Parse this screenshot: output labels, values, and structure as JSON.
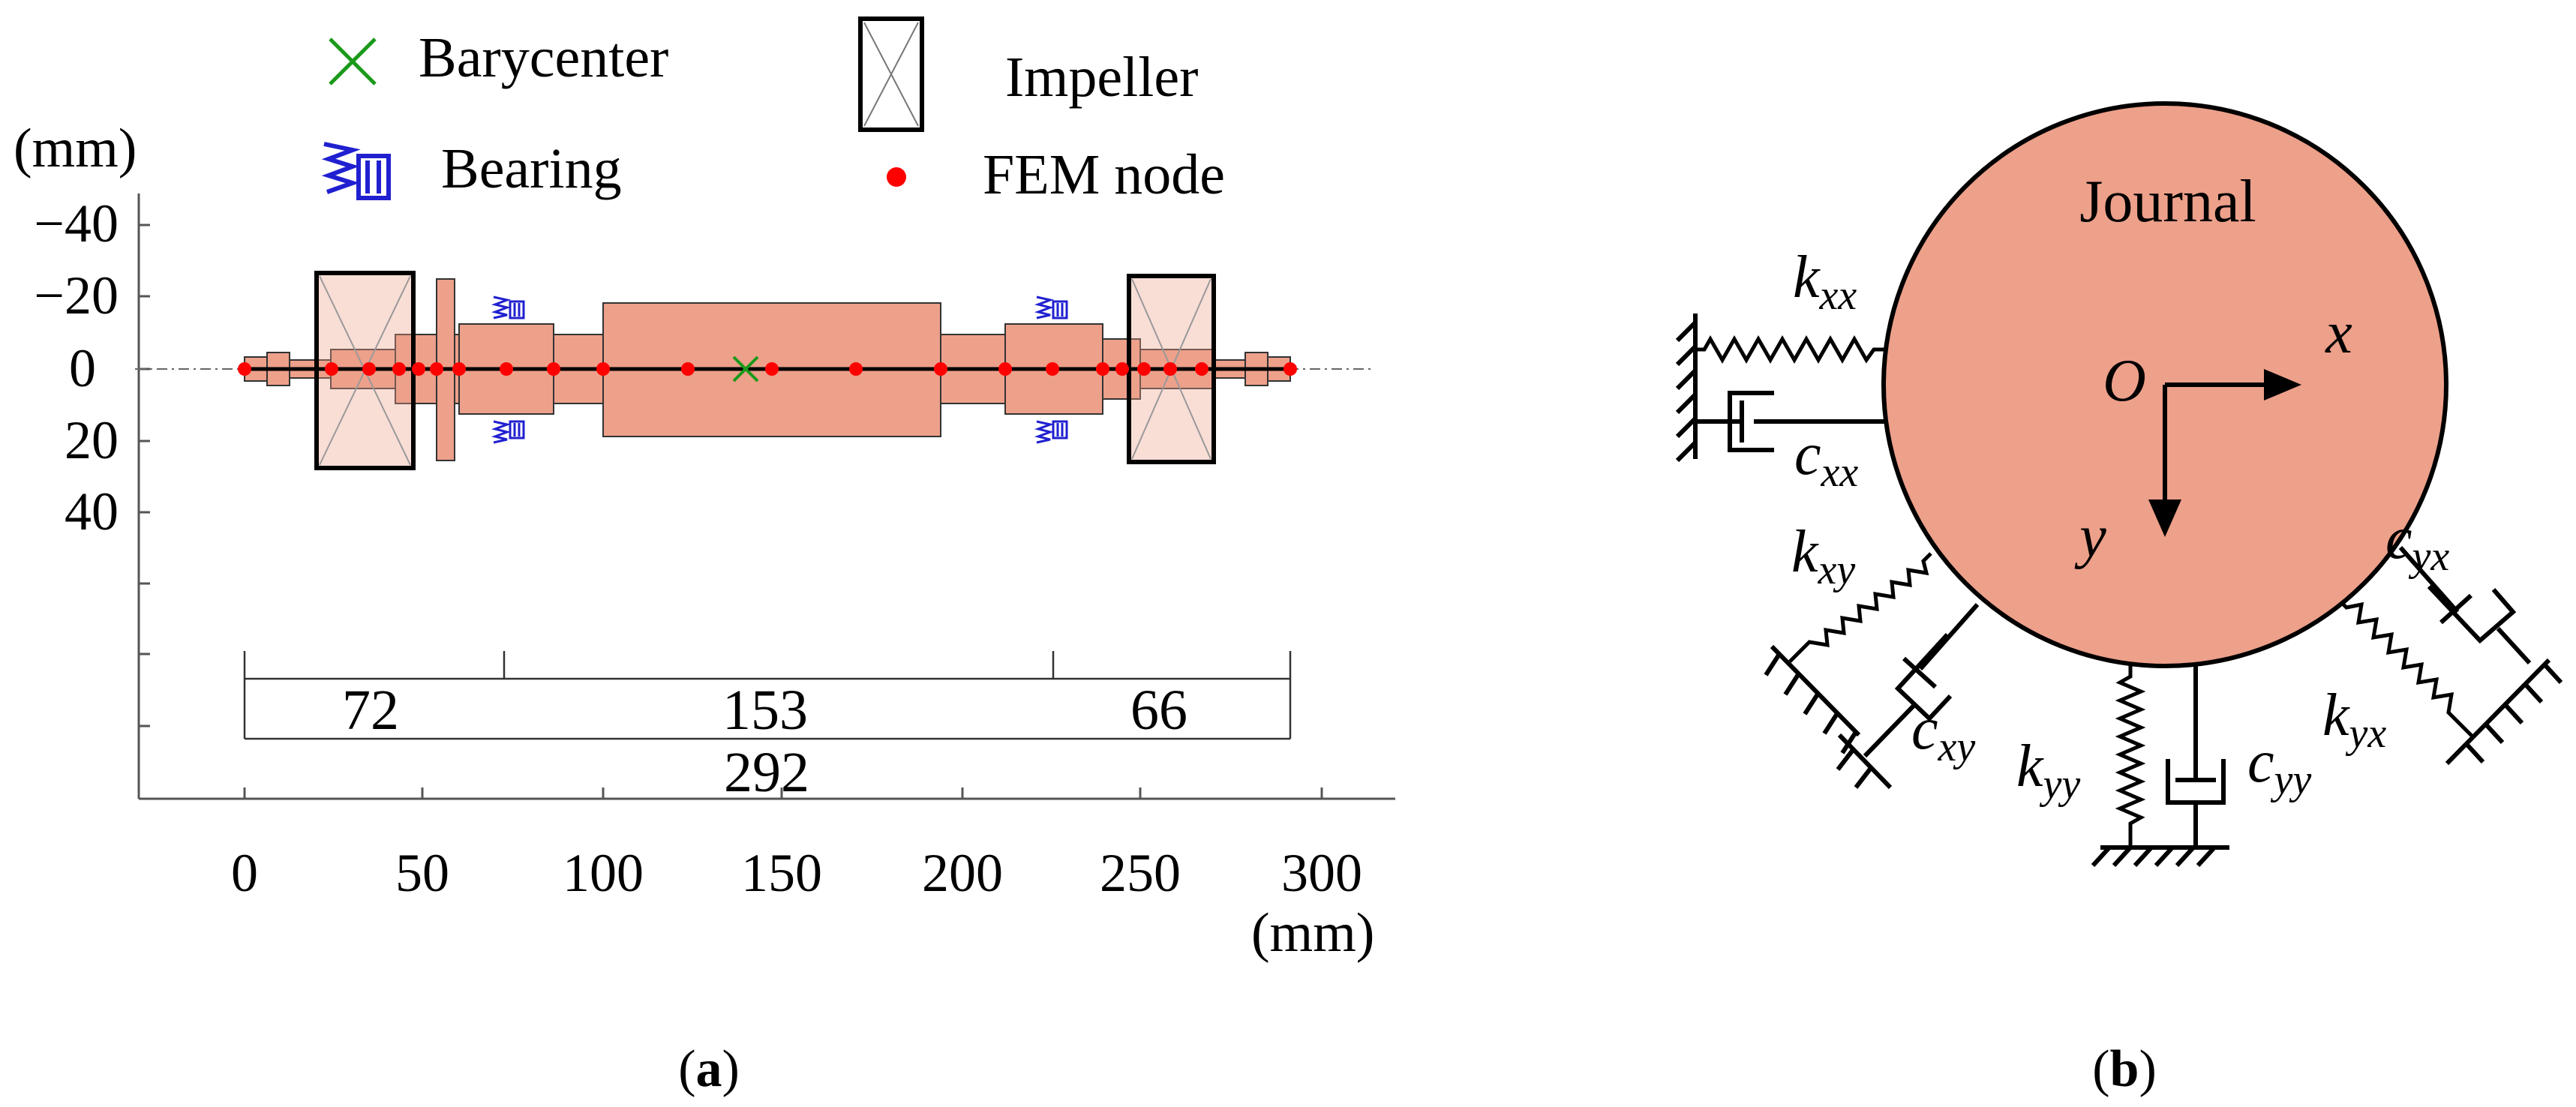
{
  "panel_a": {
    "caption_open": "(",
    "caption_letter": "a",
    "caption_close": ")",
    "unit_y": "(mm)",
    "unit_x": "(mm)",
    "legend": {
      "barycenter": "Barycenter",
      "impeller": "Impeller",
      "bearing": "Bearing",
      "fem_node": "FEM node"
    },
    "y_ticks": [
      "−40",
      "−20",
      "0",
      "20",
      "40"
    ],
    "x_ticks": [
      "0",
      "50",
      "100",
      "150",
      "200",
      "250",
      "300"
    ],
    "dimensions": {
      "seg1": "72",
      "seg2": "153",
      "seg3": "66",
      "total": "292"
    },
    "colors": {
      "rotor_fill": "#eda08a",
      "node": "#ff0000",
      "barycenter": "#1a9a1a",
      "bearing": "#2020d0"
    }
  },
  "panel_b": {
    "caption_open": "(",
    "caption_letter": "b",
    "caption_close": ")",
    "journal": "Journal",
    "origin": "O",
    "axis_x": "x",
    "axis_y": "y",
    "labels": {
      "k_xx": {
        "main": "k",
        "sub": "xx"
      },
      "c_xx": {
        "main": "c",
        "sub": "xx"
      },
      "k_xy": {
        "main": "k",
        "sub": "xy"
      },
      "c_xy": {
        "main": "c",
        "sub": "xy"
      },
      "k_yy": {
        "main": "k",
        "sub": "yy"
      },
      "c_yy": {
        "main": "c",
        "sub": "yy"
      },
      "k_yx": {
        "main": "k",
        "sub": "yx"
      },
      "c_yx": {
        "main": "c",
        "sub": "yx"
      }
    },
    "colors": {
      "journal_fill": "#eda08a"
    }
  }
}
